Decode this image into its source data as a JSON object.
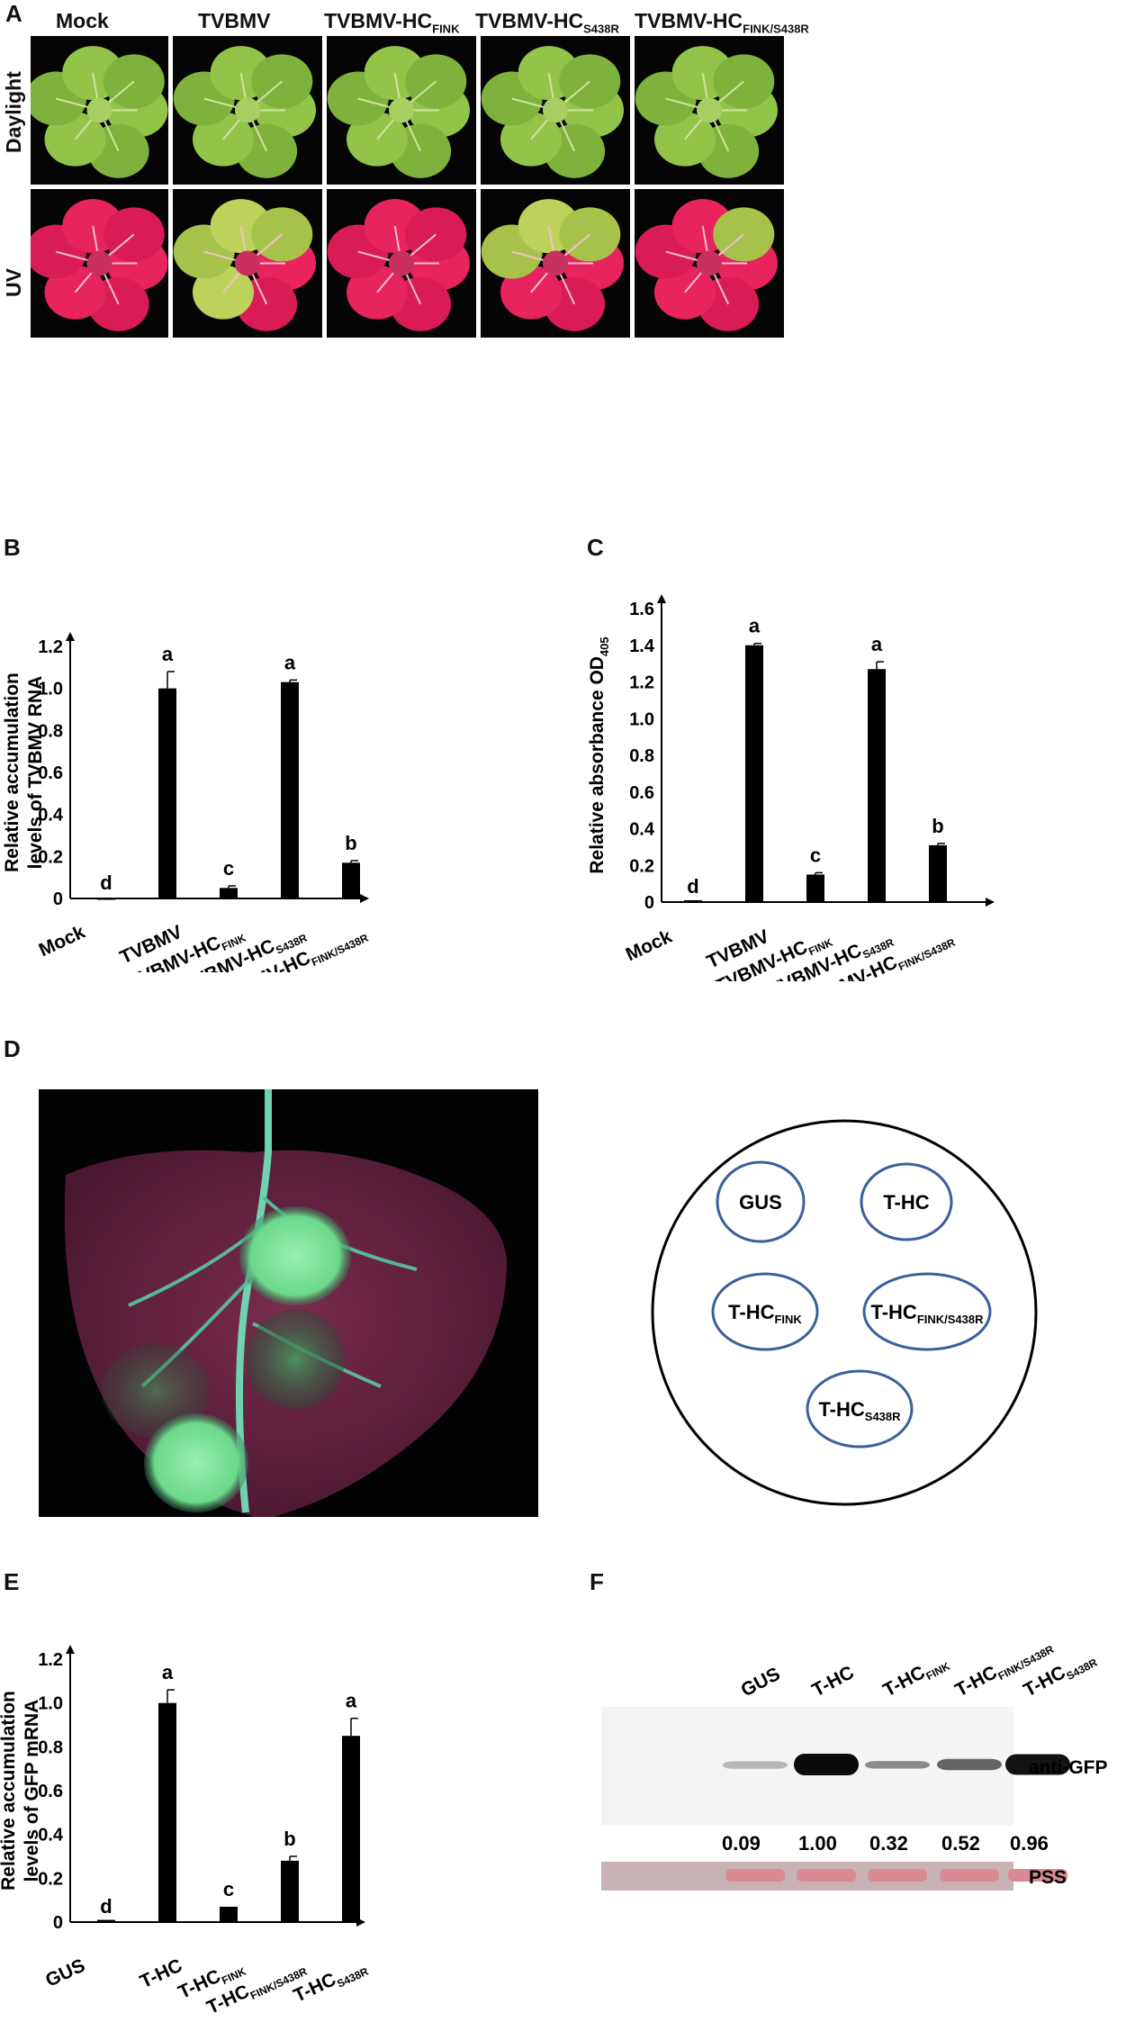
{
  "panel_a": {
    "letter": "A",
    "columns": [
      {
        "name": "Mock",
        "sub": ""
      },
      {
        "name": "TVBMV",
        "sub": ""
      },
      {
        "name": "TVBMV-HC",
        "sub": "FINK"
      },
      {
        "name": "TVBMV-HC",
        "sub": "S438R"
      },
      {
        "name": "TVBMV-HC",
        "sub": "FINK/S438R"
      }
    ],
    "rows": [
      "Daylight",
      "UV"
    ]
  },
  "chart_data": [
    {
      "panel": "B",
      "type": "bar",
      "ylabel_line1": "Relative  accumulation",
      "ylabel_line2": "levels of TVBMV  RNA",
      "ylim": [
        0,
        1.2
      ],
      "yticks": [
        "0",
        "0.2",
        "0.4",
        "0.6",
        "0.8",
        "1.0",
        "1.2"
      ],
      "categories": [
        {
          "main": "Mock",
          "sub": ""
        },
        {
          "main": "TVBMV",
          "sub": ""
        },
        {
          "main": "TVBMV-HC",
          "sub": "FINK"
        },
        {
          "main": "TVBMV-HC",
          "sub": "S438R"
        },
        {
          "main": "TVBMV-HC",
          "sub": "FINK/S438R"
        }
      ],
      "values": [
        0,
        1.0,
        0.05,
        1.03,
        0.17
      ],
      "errors": [
        0,
        0.08,
        0.01,
        0.01,
        0.01
      ],
      "letters": [
        "d",
        "a",
        "c",
        "a",
        "b"
      ]
    },
    {
      "panel": "C",
      "type": "bar",
      "ylabel_line1": "Relative absorbance OD",
      "ylabel_sub": "405",
      "ylim": [
        0,
        1.6
      ],
      "yticks": [
        "0",
        "0.2",
        "0.4",
        "0.6",
        "0.8",
        "1.0",
        "1.2",
        "1.4",
        "1.6"
      ],
      "categories": [
        {
          "main": "Mock",
          "sub": ""
        },
        {
          "main": "TVBMV",
          "sub": ""
        },
        {
          "main": "TVBMV-HC",
          "sub": "FINK"
        },
        {
          "main": "TVBMV-HC",
          "sub": "S438R"
        },
        {
          "main": "TVBMV-HC",
          "sub": "FINK/S438R"
        }
      ],
      "values": [
        0.01,
        1.4,
        0.15,
        1.27,
        0.31
      ],
      "errors": [
        0,
        0.01,
        0.01,
        0.04,
        0.01
      ],
      "letters": [
        "d",
        "a",
        "c",
        "a",
        "b"
      ]
    },
    {
      "panel": "E",
      "type": "bar",
      "ylabel_line1": "Relative  accumulation",
      "ylabel_line2": "levels of GFP mRNA",
      "ylim": [
        0,
        1.2
      ],
      "yticks": [
        "0",
        "0.2",
        "0.4",
        "0.6",
        "0.8",
        "1.0",
        "1.2"
      ],
      "categories": [
        {
          "main": "GUS",
          "sub": ""
        },
        {
          "main": "T-HC",
          "sub": ""
        },
        {
          "main": "T-HC",
          "sub": "FINK"
        },
        {
          "main": "T-HC",
          "sub": "FINK/S438R"
        },
        {
          "main": "T-HC",
          "sub": "S438R"
        }
      ],
      "values": [
        0.01,
        1.0,
        0.07,
        0.28,
        0.85
      ],
      "errors": [
        0,
        0.06,
        0,
        0.02,
        0.08
      ],
      "letters": [
        "d",
        "a",
        "c",
        "b",
        "a"
      ]
    }
  ],
  "panel_b": {
    "letter": "B"
  },
  "panel_c": {
    "letter": "C"
  },
  "panel_d": {
    "letter": "D",
    "spots": [
      {
        "main": "GUS",
        "sub": ""
      },
      {
        "main": "T-HC",
        "sub": ""
      },
      {
        "main": "T-HC",
        "sub": "FINK"
      },
      {
        "main": "T-HC",
        "sub": "FINK/S438R"
      },
      {
        "main": "T-HC",
        "sub": "S438R"
      }
    ]
  },
  "panel_e": {
    "letter": "E"
  },
  "panel_f": {
    "letter": "F",
    "lanes": [
      {
        "main": "GUS",
        "sub": ""
      },
      {
        "main": "T-HC",
        "sub": ""
      },
      {
        "main": "T-HC",
        "sub": "FINK"
      },
      {
        "main": "T-HC",
        "sub": "FINK/S438R"
      },
      {
        "main": "T-HC",
        "sub": "S438R"
      }
    ],
    "band_label": "anti-GFP",
    "loading_label": "PSS",
    "quant": [
      "0.09",
      "1.00",
      "0.32",
      "0.52",
      "0.96"
    ],
    "band_intensity": [
      0.09,
      1.0,
      0.32,
      0.52,
      0.96
    ]
  },
  "colors": {
    "bar": "#000000",
    "uv_red": "#e01a4f",
    "leaf_green": "#86b93e",
    "ellipse_stroke": "#3a5f9a",
    "gfp_glow": "#7be09a",
    "pss_pink": "#d98a93"
  }
}
